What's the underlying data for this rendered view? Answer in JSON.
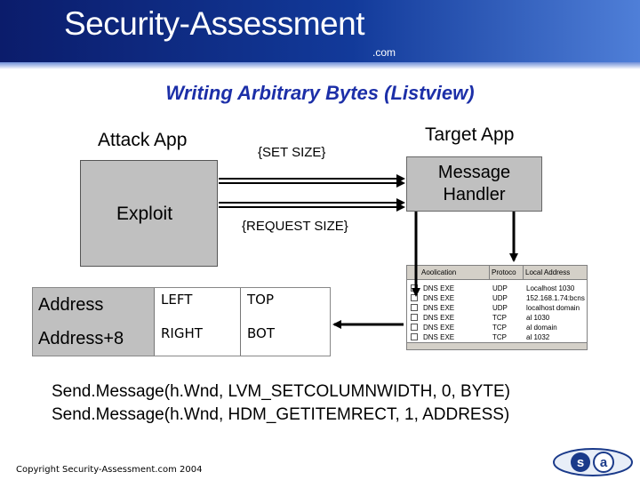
{
  "header": {
    "brand": "Security-Assessment",
    "suffix": ".com"
  },
  "slide": {
    "title": "Writing Arbitrary Bytes (Listview)"
  },
  "attack": {
    "label": "Attack App",
    "box_label": "Exploit"
  },
  "target": {
    "label": "Target App",
    "handler_line1": "Message",
    "handler_line2": "Handler"
  },
  "messages": {
    "set_size": "{SET SIZE}",
    "request_size": "{REQUEST SIZE}"
  },
  "memory": {
    "rows": [
      {
        "addr": "Address",
        "lo": "LEFT",
        "hi": "TOP"
      },
      {
        "addr": "Address+8",
        "lo": "RIGHT",
        "hi": "BOT"
      }
    ]
  },
  "listview": {
    "columns": [
      "Aoolication",
      "Protoco",
      "Local Address"
    ],
    "rows": [
      [
        "DNS EXE",
        "UDP",
        "Localhost 1030"
      ],
      [
        "DNS EXE",
        "UDP",
        "152.168.1.74:bcns"
      ],
      [
        "DNS EXE",
        "UDP",
        "localhost domain"
      ],
      [
        "DNS EXE",
        "TCP",
        "al 1030"
      ],
      [
        "DNS EXE",
        "TCP",
        "al domain"
      ],
      [
        "DNS EXE",
        "TCP",
        "al 1032"
      ]
    ]
  },
  "calls": {
    "line1": "Send.Message(h.Wnd, LVM_SETCOLUMNWIDTH, 0, BYTE)",
    "line2": "Send.Message(h.Wnd, HDM_GETITEMRECT, 1, ADDRESS)"
  },
  "footer": {
    "copyright": "Copyright Security-Assessment.com 2004",
    "logo_left": "s",
    "logo_right": "a"
  }
}
